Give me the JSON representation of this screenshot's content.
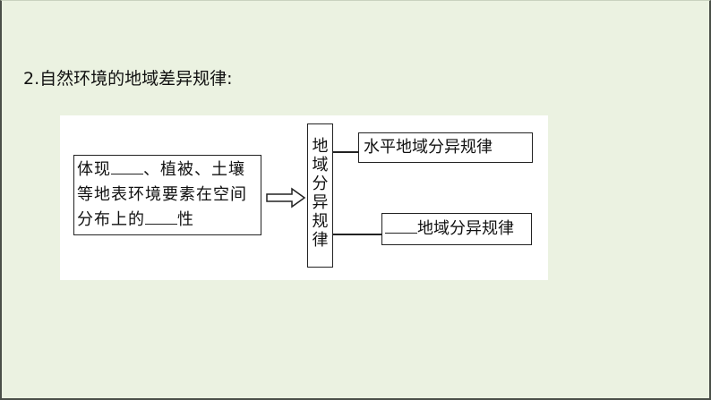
{
  "title": "2.自然环境的地域差异规律:",
  "diagram": {
    "left_box": {
      "line1_a": "体现",
      "line1_b": "、植被、土壤",
      "line2": "等地表环境要素在空间",
      "line3_a": "分布上的",
      "line3_b": "性"
    },
    "center_box": "地域分异规律",
    "right_top": "水平地域分异规律",
    "right_bottom": "地域分异规律"
  }
}
